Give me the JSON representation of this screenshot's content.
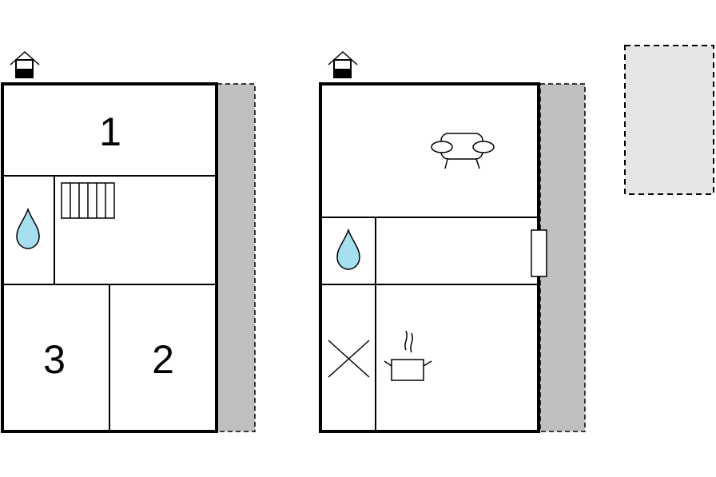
{
  "floor_plan": {
    "colors": {
      "wall": "#000000",
      "terrace": "#c0c0c0",
      "outdoor_area": "#e6e6e6",
      "water": "#a5dff0",
      "background": "#ffffff"
    },
    "left_floor": {
      "level_icon": "house-lower-level-icon",
      "rooms": [
        {
          "label": "1"
        },
        {
          "label": "2"
        },
        {
          "label": "3"
        }
      ],
      "icons": [
        "water-drop-icon",
        "staircase-icon"
      ]
    },
    "right_floor": {
      "level_icon": "house-upper-level-icon",
      "icons": [
        "sofa-icon",
        "water-drop-icon",
        "window-icon",
        "cross-icon",
        "cooking-pot-icon"
      ]
    }
  }
}
